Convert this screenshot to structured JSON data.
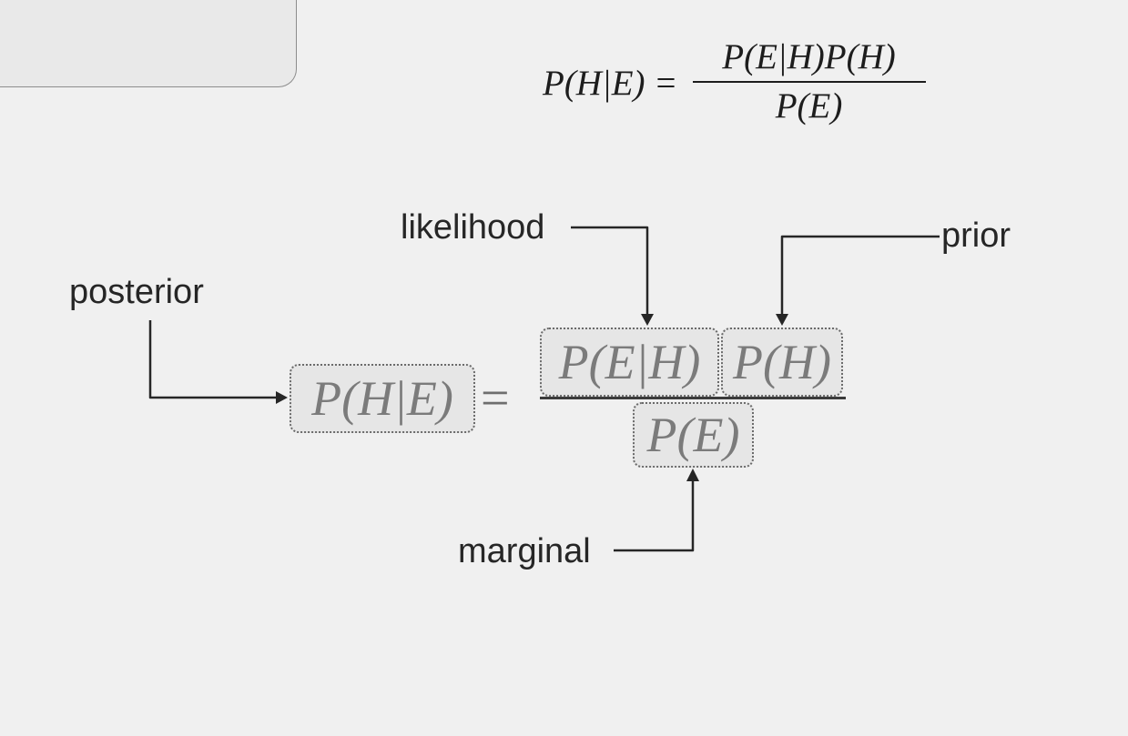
{
  "formula": {
    "lhs": "P(H|E)",
    "equals": "=",
    "numerator": "P(E|H)P(H)",
    "denominator": "P(E)"
  },
  "annotated_formula": {
    "posterior_term": "P(H|E)",
    "equals": "=",
    "likelihood_term": "P(E|H)",
    "prior_term": "P(H)",
    "marginal_term": "P(E)"
  },
  "labels": {
    "posterior": "posterior",
    "likelihood": "likelihood",
    "prior": "prior",
    "marginal": "marginal"
  },
  "colors": {
    "background": "#f0f0f0",
    "text": "#262626",
    "term_text": "#7b7b7b",
    "arrow": "#262626"
  }
}
